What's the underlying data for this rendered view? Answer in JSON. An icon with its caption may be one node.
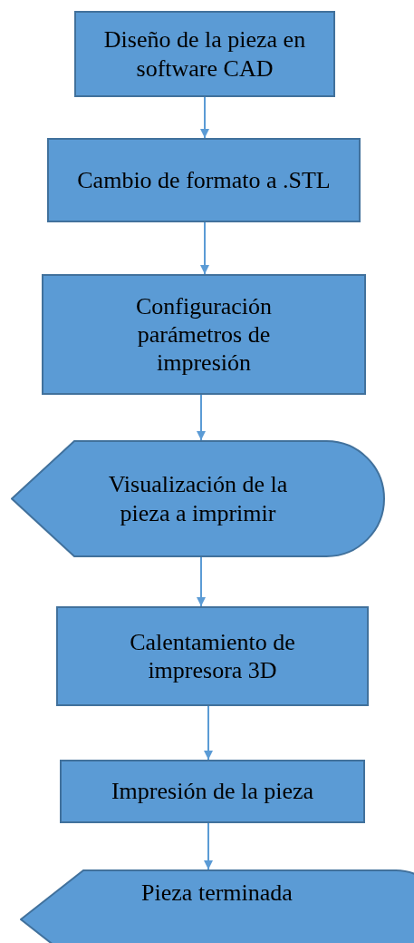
{
  "diagram": {
    "nodes": [
      {
        "text": [
          "Diseño de la pieza en software CAD"
        ]
      },
      {
        "text": [
          "Cambio de formato a .STL"
        ]
      },
      {
        "text": [
          "Configuración parámetros de impresión"
        ]
      },
      {
        "text": [
          "Visualización de la pieza a imprimir"
        ]
      },
      {
        "text": [
          "Calentamiento de impresora 3D"
        ]
      },
      {
        "text": [
          "Impresión de la pieza"
        ]
      },
      {
        "text": [
          "Pieza terminada"
        ]
      }
    ],
    "edges": [
      {
        "from": 0,
        "to": 1,
        "arrow": "to"
      },
      {
        "from": 1,
        "to": 2,
        "arrow": "to"
      },
      {
        "from": 2,
        "to": 3,
        "arrow": "to"
      },
      {
        "from": 3,
        "to": 4,
        "arrow": "to"
      },
      {
        "from": 4,
        "to": 5,
        "arrow": "to"
      },
      {
        "from": 5,
        "to": 6,
        "arrow": "to"
      }
    ]
  }
}
